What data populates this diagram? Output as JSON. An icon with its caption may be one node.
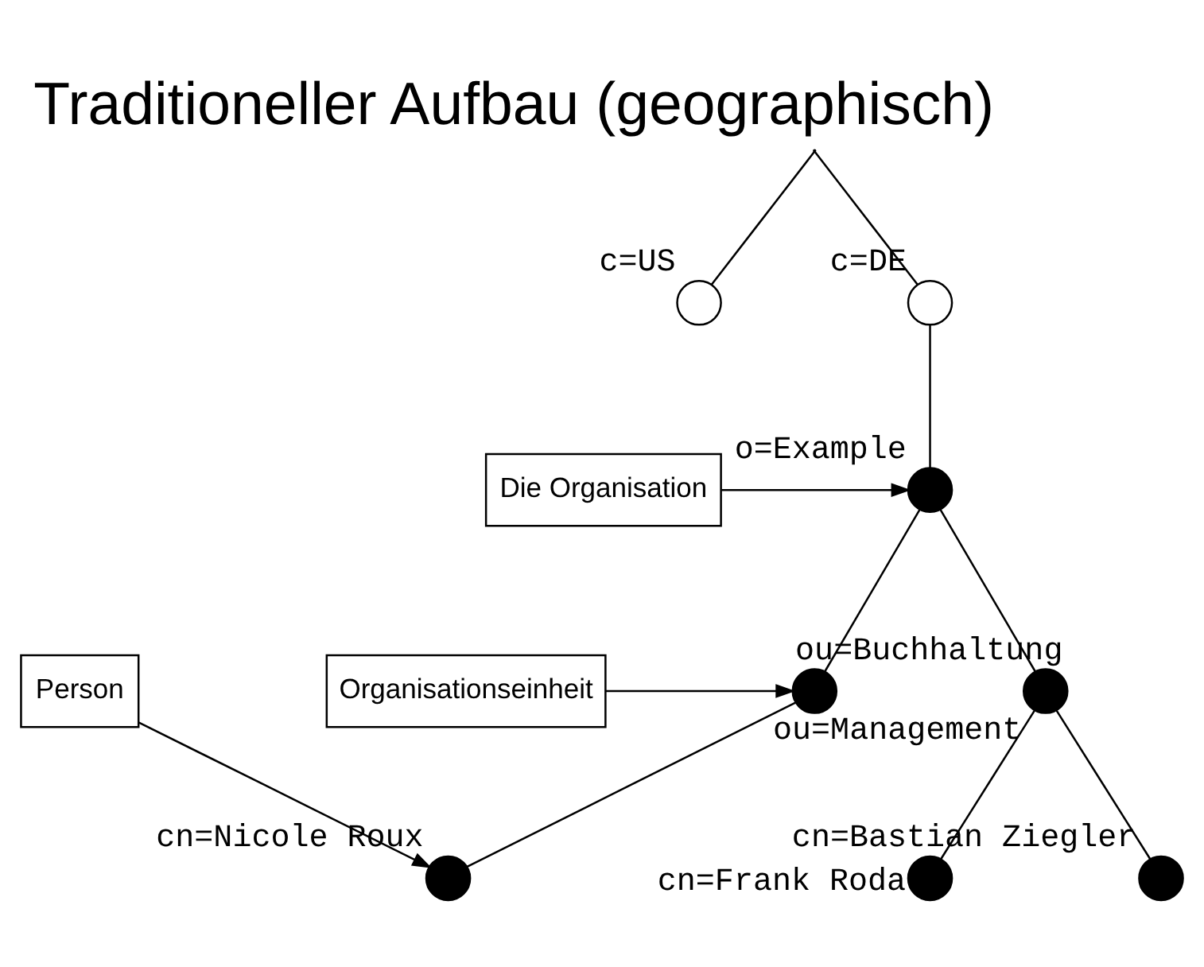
{
  "diagram": {
    "title": "Traditioneller Aufbau (geographisch)",
    "nodes": [
      {
        "text": [],
        "shape": "point"
      },
      {
        "text": [],
        "shape": "circle",
        "beside": [
          "c=US"
        ]
      },
      {
        "text": [],
        "shape": "circle",
        "beside": [
          "c=DE"
        ]
      },
      {
        "text": [
          "Die Organisation"
        ]
      },
      {
        "text": [],
        "shape": "circle",
        "beside": [
          "o=Example"
        ]
      },
      {
        "text": [
          "Organisationseinheit"
        ]
      },
      {
        "text": [],
        "shape": "circle",
        "beside": [
          "ou=Buchhaltung"
        ]
      },
      {
        "text": [],
        "shape": "circle",
        "beside": [
          "ou=Management"
        ]
      },
      {
        "text": [],
        "shape": "circle",
        "beside": [
          "cn=Nicole Roux"
        ]
      },
      {
        "text": [],
        "shape": "circle",
        "beside": [
          "cn=Bastian Ziegler"
        ]
      },
      {
        "text": [],
        "shape": "circle",
        "beside": [
          "cn=Frank Roda"
        ]
      },
      {
        "text": [
          "Person"
        ]
      }
    ],
    "edges": [
      {
        "from": 0,
        "to": 1,
        "arrow": "none"
      },
      {
        "from": 0,
        "to": 2,
        "arrow": "none"
      },
      {
        "from": 2,
        "to": 4,
        "arrow": "none"
      },
      {
        "from": 3,
        "to": 4,
        "arrow": "to"
      },
      {
        "from": 4,
        "to": 6,
        "arrow": "none"
      },
      {
        "from": 4,
        "to": 7,
        "arrow": "none"
      },
      {
        "from": 5,
        "to": 6,
        "arrow": "to"
      },
      {
        "from": 6,
        "to": 8,
        "arrow": "none"
      },
      {
        "from": 7,
        "to": 9,
        "arrow": "none"
      },
      {
        "from": 7,
        "to": 10,
        "arrow": "none"
      },
      {
        "from": 11,
        "to": 8,
        "arrow": "to"
      }
    ]
  }
}
